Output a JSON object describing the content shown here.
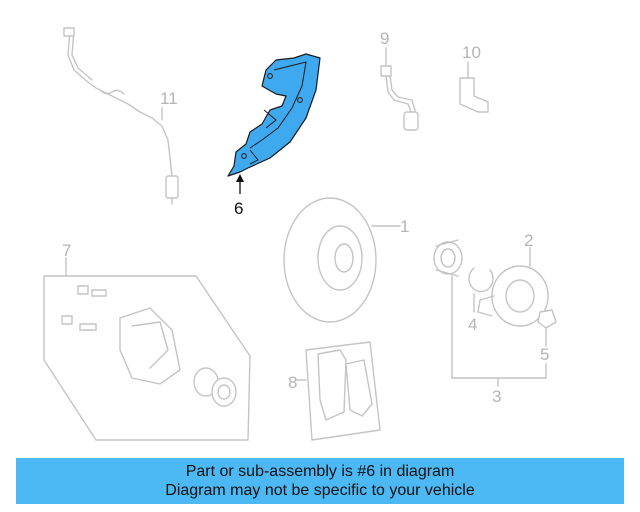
{
  "callouts": {
    "n1": "1",
    "n2": "2",
    "n3": "3",
    "n4": "4",
    "n5": "5",
    "n6": "6",
    "n7": "7",
    "n8": "8",
    "n9": "9",
    "n10": "10",
    "n11": "11"
  },
  "colors": {
    "highlight_part": "#3fa9f0",
    "banner": "#4cb8f4",
    "line_art": "#c4c4c4"
  },
  "banner": {
    "line1": "Part or sub-assembly is #6 in diagram",
    "line2": "Diagram may not be specific to your vehicle"
  }
}
